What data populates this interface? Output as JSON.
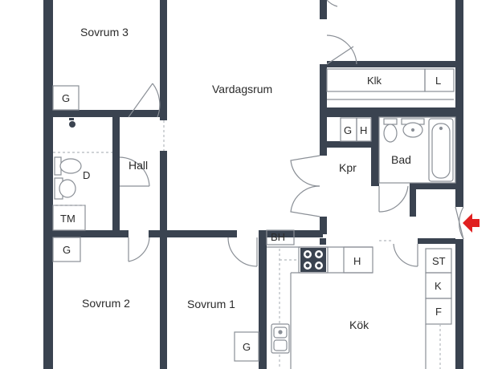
{
  "plan": {
    "colors": {
      "wall": "#3a4350",
      "line": "#8a8f96",
      "dash": "#b5b9be",
      "background": "#ffffff",
      "entrance_arrow": "#e02020",
      "text": "#2b2b2b"
    },
    "rooms": {
      "sovrum3": "Sovrum 3",
      "vardagsrum": "Vardagsrum",
      "hall": "Hall",
      "kpr": "Kpr",
      "bad": "Bad",
      "sovrum2": "Sovrum 2",
      "sovrum1": "Sovrum 1",
      "kok": "Kök"
    },
    "fixtures": {
      "klk": "Klk",
      "l": "L",
      "g": "G",
      "h": "H",
      "d": "D",
      "tm": "TM",
      "bh": "BH",
      "st": "ST",
      "k": "K",
      "f": "F"
    },
    "icons": [
      "entrance-arrow-icon",
      "stove-icon",
      "sink-icon",
      "toilet-icon",
      "washbasin-icon",
      "bathtub-icon",
      "shower-head-icon"
    ]
  }
}
